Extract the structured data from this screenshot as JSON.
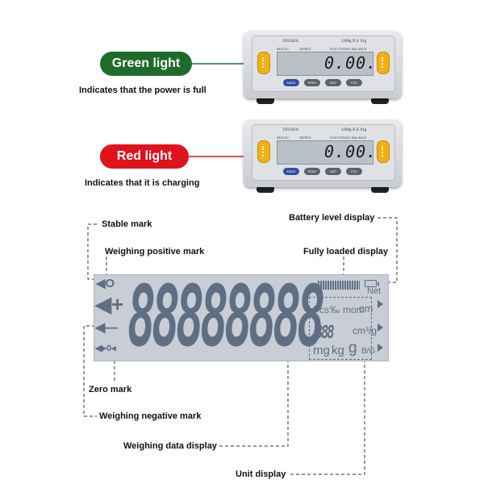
{
  "indicators": {
    "green": {
      "label": "Green light",
      "caption": "Indicates that the power is full",
      "color": "#1f6b2b"
    },
    "red": {
      "label": "Red light",
      "caption": "Indicates that it is charging",
      "color": "#e0121c"
    }
  },
  "scale": {
    "model": "DJ1202A",
    "capacity": "1200g X 0. 01g",
    "series": "BDS-D2",
    "series_word": "SERIES",
    "type": "ELECTRONIC  BALANCE",
    "reading": "0.00.",
    "buttons": [
      "MODE",
      "PRINT",
      "UNIT",
      "PCS"
    ]
  },
  "display": {
    "digits": "88888888",
    "small_digits": "888",
    "symbols": {
      "stable": "◀O",
      "plus": "◀+",
      "minus": "◀—",
      "zero": "◀▸0◂"
    },
    "units": {
      "pcs": "Pcs",
      "permil": "‰",
      "mom": "mom",
      "cm": "cm",
      "cm3g": "cm³/g",
      "mg": "mg",
      "kg": "kg",
      "g": "g",
      "bg": "B/G",
      "net": "Net"
    }
  },
  "callouts": {
    "stable": "Stable mark",
    "positive": "Weighing positive mark",
    "zero": "Zero mark",
    "negative": "Weighing negative mark",
    "data": "Weighing data display",
    "battery": "Battery level display",
    "full": "Fully loaded display",
    "unit": "Unit display"
  }
}
